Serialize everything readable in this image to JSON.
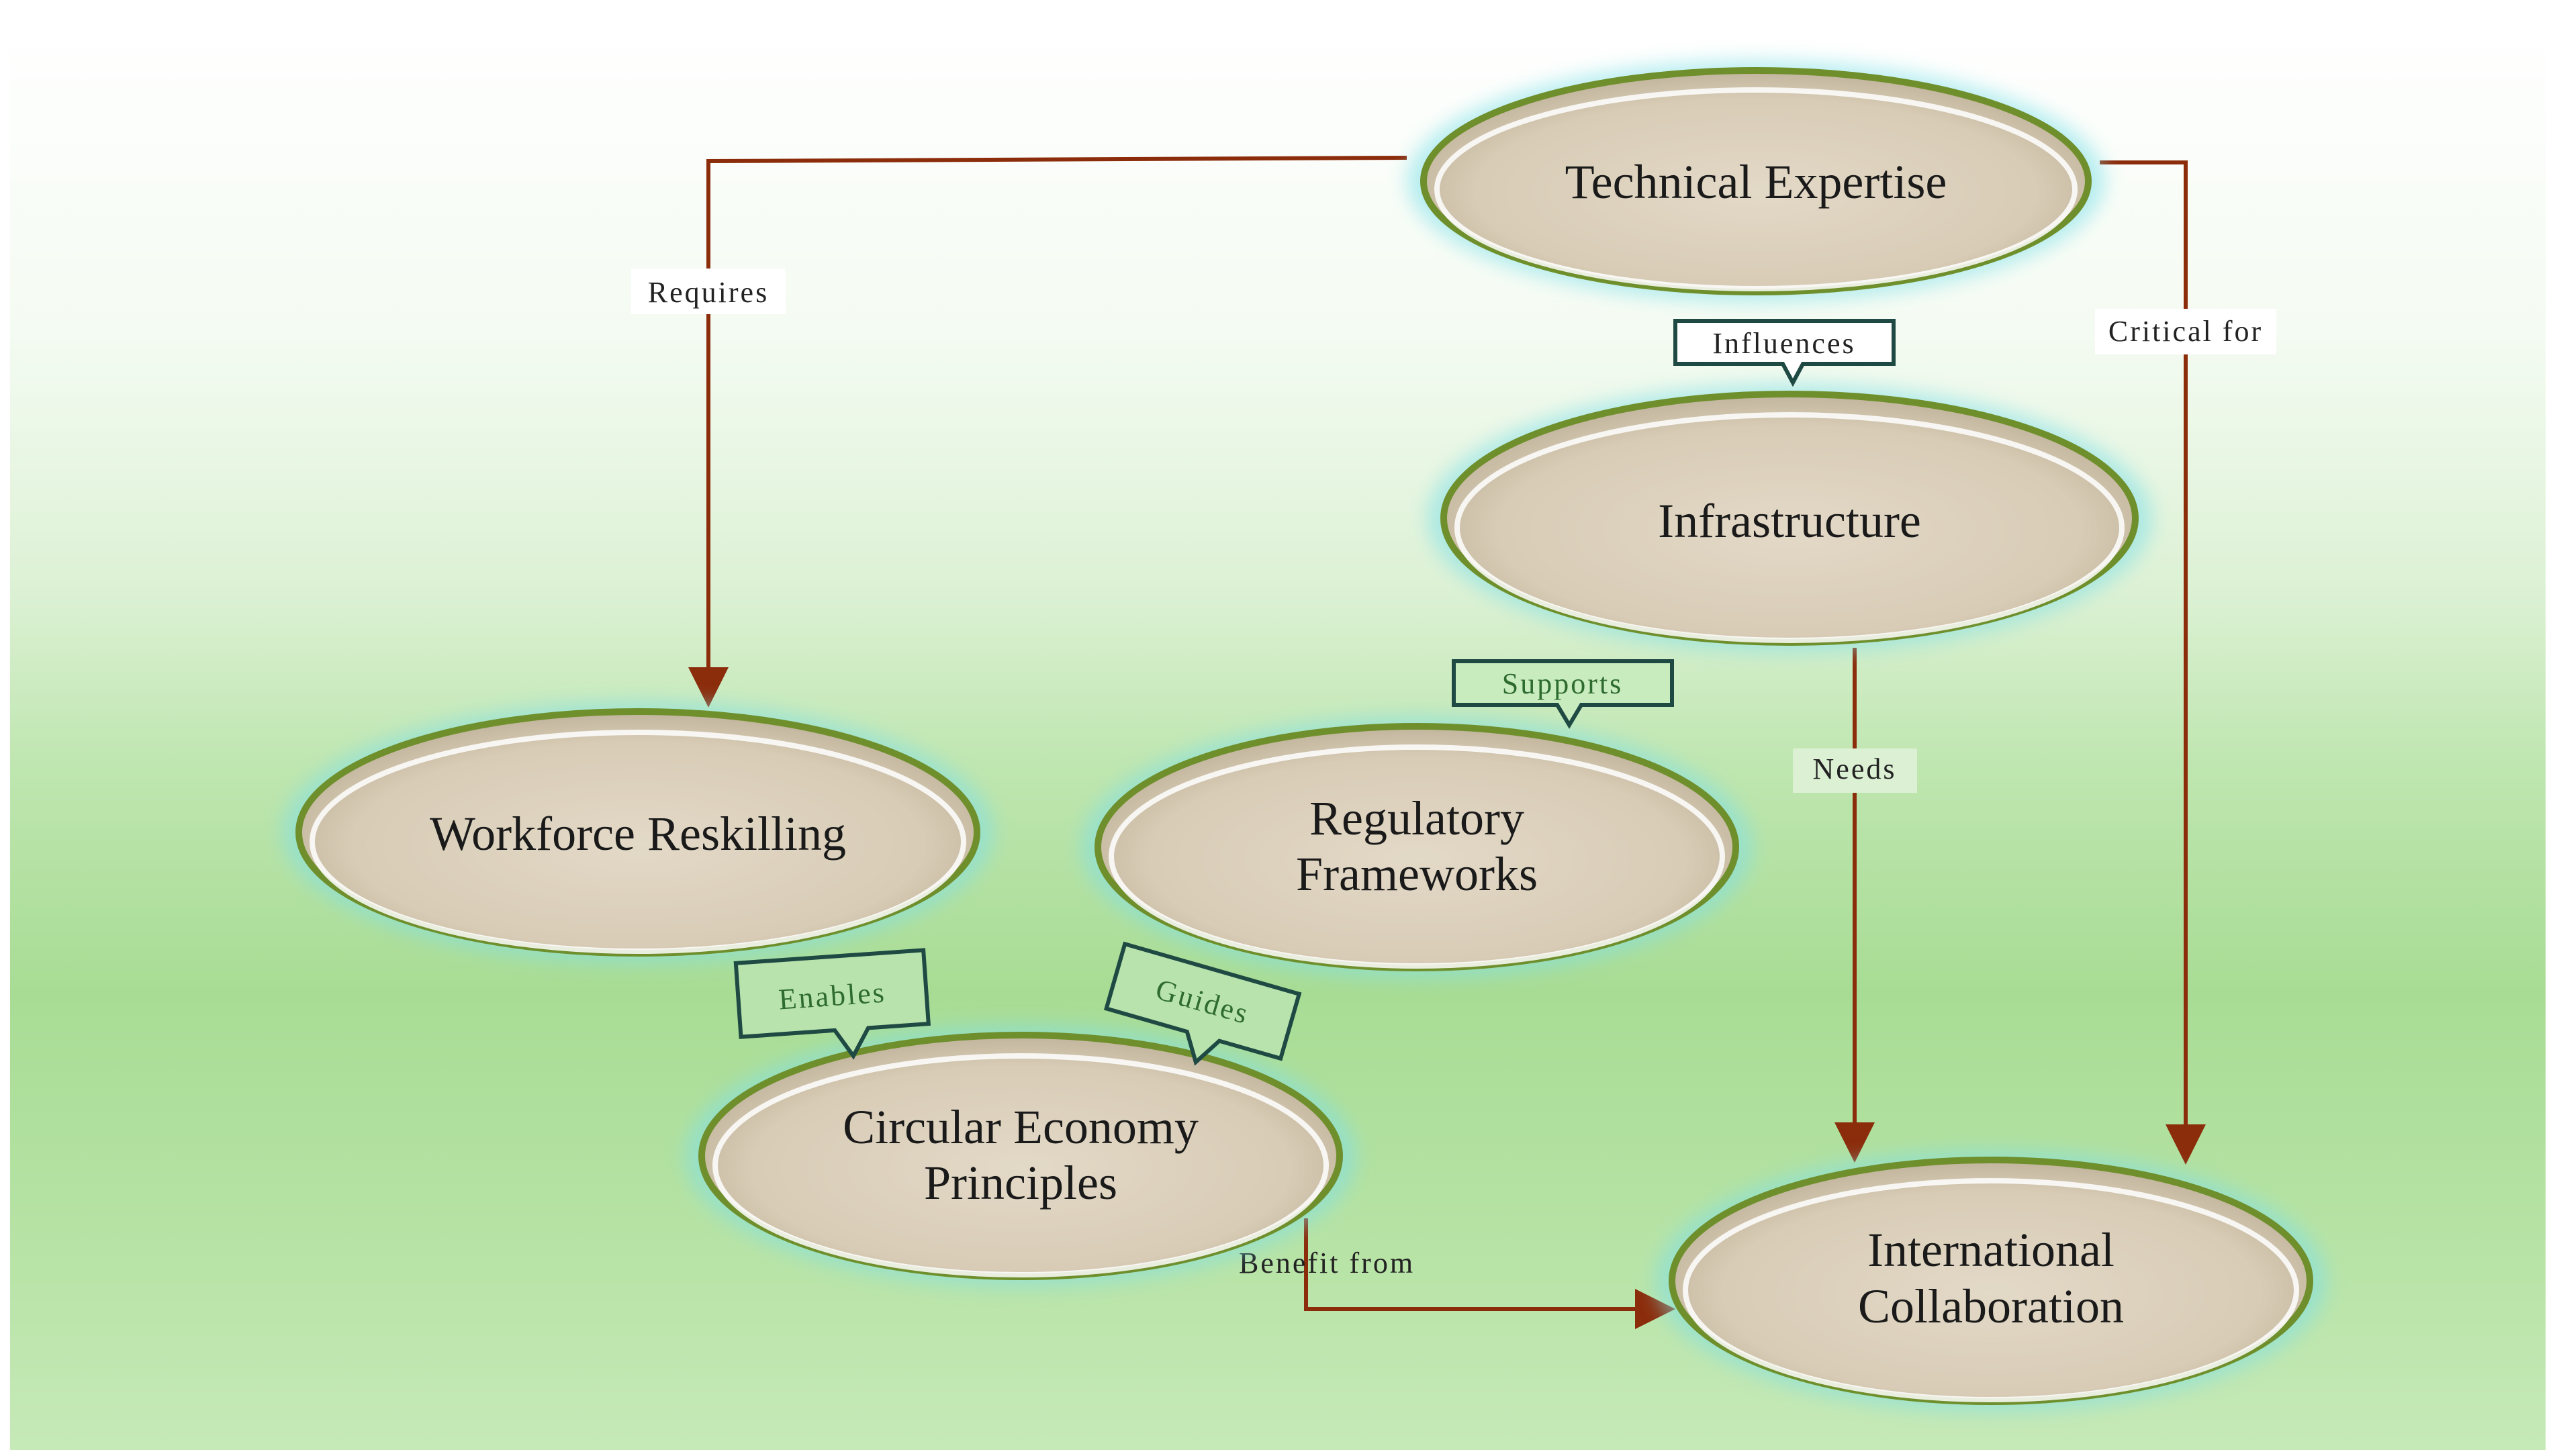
{
  "colors": {
    "edge": "#8b2c0a",
    "node_fill": "#ddd2bf",
    "node_stroke": "#6e8f2b",
    "callout_fill": "#b9e3ad",
    "callout_stroke": "#1f4a43",
    "callout_white_fill": "#ffffff"
  },
  "nodes": [
    {
      "id": "technical-expertise",
      "lines": [
        "Technical Expertise"
      ]
    },
    {
      "id": "infrastructure",
      "lines": [
        "Infrastructure"
      ]
    },
    {
      "id": "workforce-reskilling",
      "lines": [
        "Workforce Reskilling"
      ]
    },
    {
      "id": "regulatory-frameworks",
      "lines": [
        "Regulatory",
        "Frameworks"
      ]
    },
    {
      "id": "circular-economy",
      "lines": [
        "Circular Economy",
        "Principles"
      ]
    },
    {
      "id": "international-collaboration",
      "lines": [
        "International",
        "Collaboration"
      ]
    }
  ],
  "edges": [
    {
      "from": "technical-expertise",
      "to": "workforce-reskilling",
      "label": "Requires"
    },
    {
      "from": "technical-expertise",
      "to": "international-collaboration",
      "label": "Critical for"
    },
    {
      "from": "infrastructure",
      "to": "international-collaboration",
      "label": "Needs"
    },
    {
      "from": "circular-economy",
      "to": "international-collaboration",
      "label": "Benefit from"
    }
  ],
  "callouts": [
    {
      "from": "technical-expertise",
      "to": "infrastructure",
      "label": "Influences"
    },
    {
      "from": "infrastructure",
      "to": "regulatory-frameworks",
      "label": "Supports"
    },
    {
      "from": "workforce-reskilling",
      "to": "circular-economy",
      "label": "Enables"
    },
    {
      "from": "regulatory-frameworks",
      "to": "circular-economy",
      "label": "Guides"
    }
  ]
}
